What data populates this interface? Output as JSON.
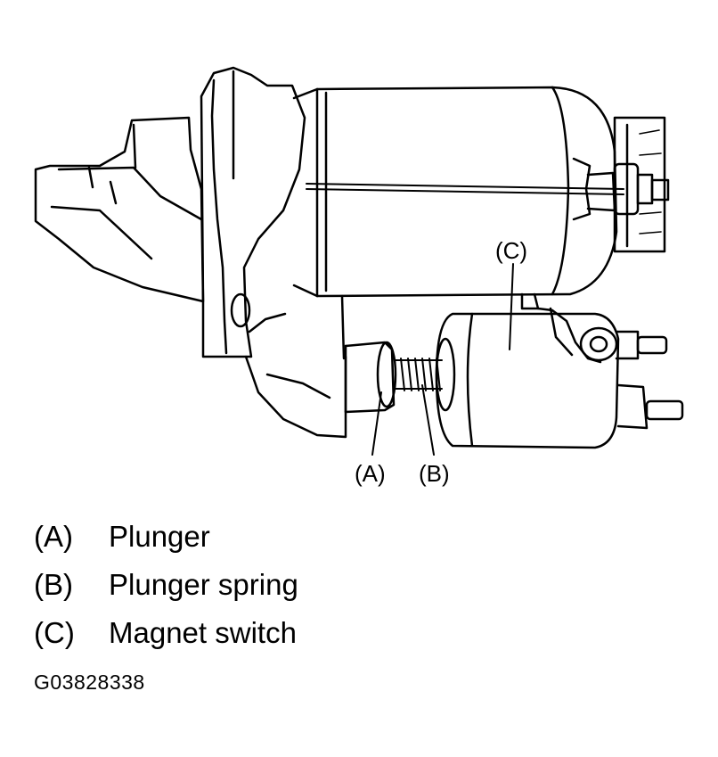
{
  "diagram": {
    "callouts": {
      "a": "(A)",
      "b": "(B)",
      "c": "(C)"
    }
  },
  "legend": [
    {
      "code": "(A)",
      "label": "Plunger"
    },
    {
      "code": "(B)",
      "label": "Plunger spring"
    },
    {
      "code": "(C)",
      "label": "Magnet switch"
    }
  ],
  "figure_id": "G03828338",
  "colors": {
    "line": "#000000",
    "background": "#ffffff"
  }
}
